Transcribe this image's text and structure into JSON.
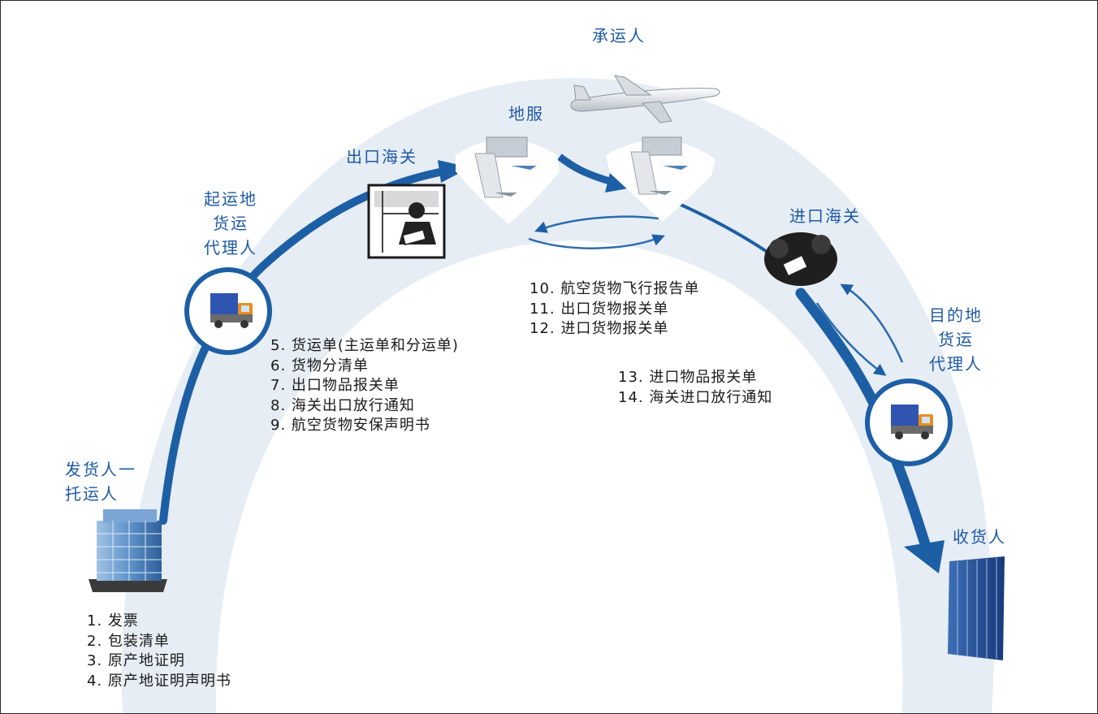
{
  "nodes": {
    "carrier": "承运人",
    "ground_service": "地服",
    "export_customs": "出口海关",
    "import_customs": "进口海关",
    "origin_agent": [
      "起运地",
      "货运",
      "代理人"
    ],
    "dest_agent": [
      "目的地",
      "货运",
      "代理人"
    ],
    "shipper": [
      "发货人一",
      "托运人"
    ],
    "consignee": "收货人"
  },
  "documents": {
    "shipper_docs": [
      "1. 发票",
      "2. 包装清单",
      "3. 原产地证明",
      "4. 原产地证明声明书"
    ],
    "agent_docs": [
      "5. 货运单(主运单和分运单)",
      "6. 货物分清单",
      "7. 出口物品报关单",
      "8. 海关出口放行通知",
      "9. 航空货物安保声明书"
    ],
    "ground_docs": [
      "10. 航空货物飞行报告单",
      "11. 出口货物报关单",
      "12. 进口货物报关单"
    ],
    "import_docs": [
      "13. 进口物品报关单",
      "14. 海关进口放行通知"
    ]
  },
  "colors": {
    "arc_band": "#e6edf4",
    "flow_arrow": "#1d5fa5",
    "label_text": "#1f5aa6",
    "body_text": "#1a1a1a"
  },
  "icons": {
    "shipper": "office-building-icon",
    "consignee": "office-tower-icon",
    "agents": "delivery-truck-icon",
    "export_customs": "customs-officer-icon",
    "import_customs": "customs-officer-group-icon",
    "ground": "airport-terminal-icon",
    "carrier": "airplane-icon"
  }
}
